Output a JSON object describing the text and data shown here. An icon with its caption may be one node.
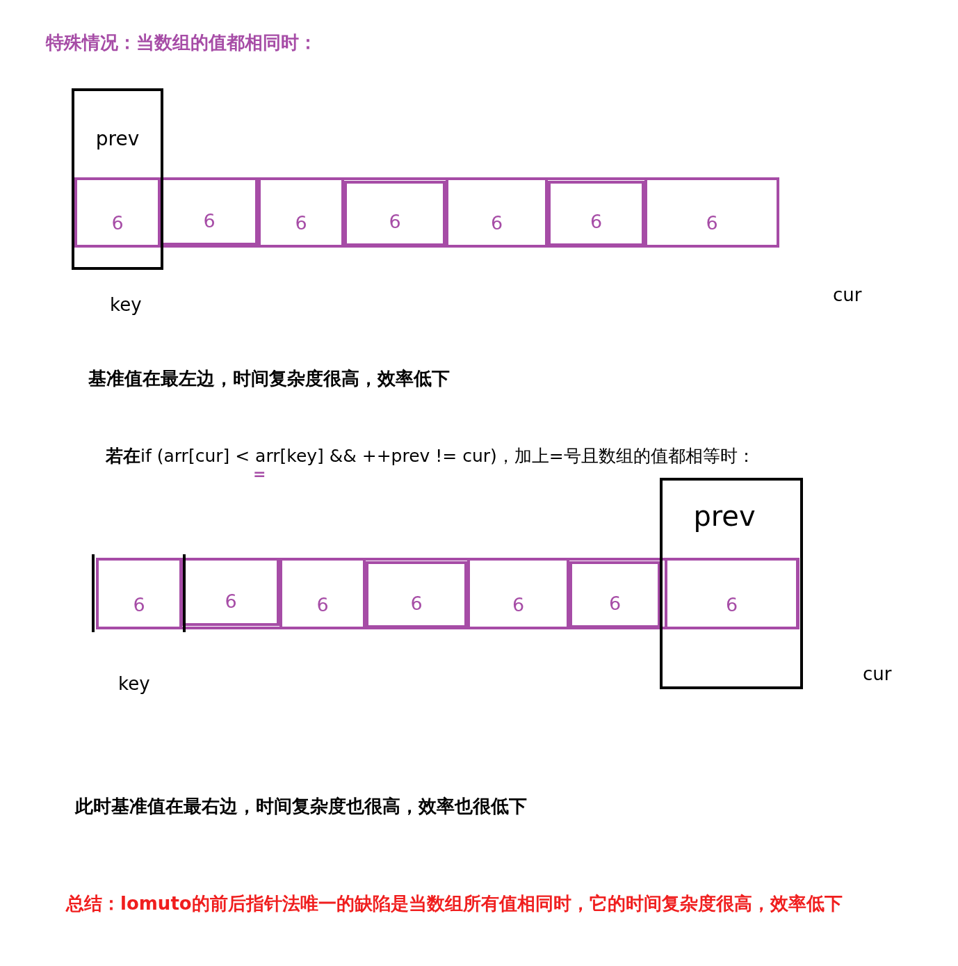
{
  "diagram": {
    "title": "特殊情况：当数组的值都相同时：",
    "nodes": [
      {
        "text": [
          "prev"
        ]
      },
      {
        "text": [
          "6"
        ],
        "in": 0
      },
      {
        "text": [
          "6"
        ]
      },
      {
        "text": [
          "6"
        ]
      },
      {
        "text": [
          "6"
        ]
      },
      {
        "text": [
          "6"
        ]
      },
      {
        "text": [
          "6"
        ]
      },
      {
        "text": [
          "6"
        ]
      },
      {
        "text": [
          "prev"
        ]
      },
      {
        "text": [
          "6"
        ]
      },
      {
        "text": [
          "6"
        ]
      },
      {
        "text": [
          "6"
        ]
      },
      {
        "text": [
          "6"
        ]
      },
      {
        "text": [
          "6"
        ]
      },
      {
        "text": [
          "6"
        ]
      },
      {
        "text": [
          "6"
        ],
        "in": 8
      }
    ],
    "labels": [
      "key",
      "cur",
      "基准值在最左边，时间复杂度很高，效率低下",
      "**若在**if (arr[cur] < arr[key] && ++prev != cur)，加上=号且数组的值都相等时：",
      "=",
      "key",
      "cur",
      "此时基准值在最右边，时间复杂度也很高，效率也很低下",
      "总结：lomuto的前后指针法唯一的缺陷是当数组所有值相同时，它的时间复杂度很高，效率低下"
    ]
  }
}
